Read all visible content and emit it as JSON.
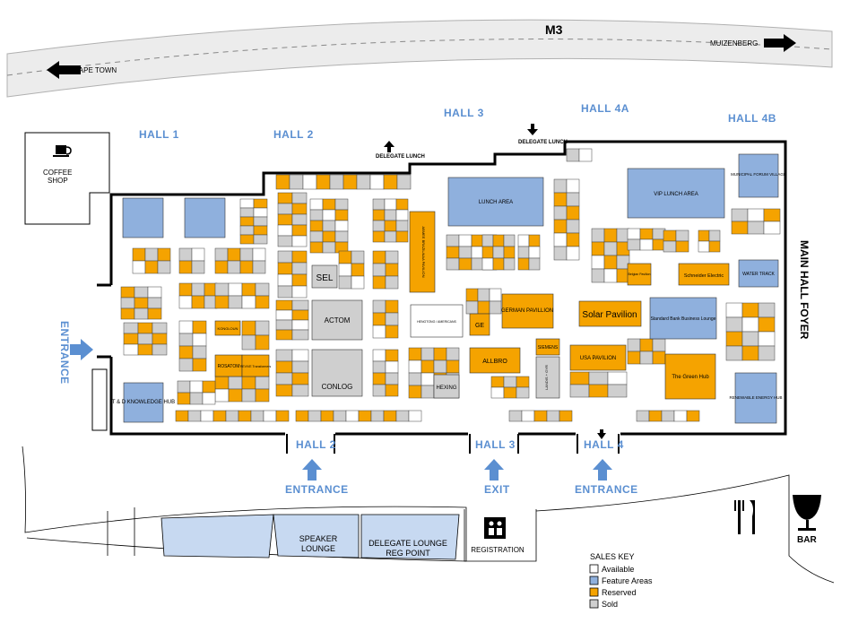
{
  "road": {
    "name": "M3",
    "left_direction": "CAPE TOWN",
    "right_direction": "MUIZENBERG"
  },
  "halls": {
    "h1": "HALL 1",
    "h2": "HALL 2",
    "h3": "HALL 3",
    "h4a": "HALL 4A",
    "h4b": "HALL 4B",
    "door_h2": "HALL 2",
    "door_h3": "HALL 3",
    "door_h4": "HALL 4"
  },
  "delegate_lunch": "DELEGATE LUNCH",
  "coffee_shop": "COFFEE SHOP",
  "main_hall_foyer": "MAIN HALL FOYER",
  "side_entrance": "ENTRANCE",
  "bottom_labels": {
    "entrance_left": "ENTRANCE",
    "exit": "EXIT",
    "entrance_right": "ENTRANCE"
  },
  "lounges": {
    "speaker": "SPEAKER LOUNGE",
    "delegate": "DELEGATE LOUNGE REG POINT",
    "registration": "REGISTRATION"
  },
  "bar": "BAR",
  "areas": {
    "td_hub": "T & D KNOWLEDGE HUB",
    "lunch_area": "LUNCH AREA",
    "vip_lunch": "VIP LUNCH AREA",
    "municipal": "MUNICIPAL FORUM VILLAGE",
    "water_track": "WATER TRACK",
    "standard_bank": "Standard Bank Business Lounge",
    "renewable": "RENEWABLE ENERGY HUB"
  },
  "exhibitors": {
    "actom": "ACTOM",
    "conlog": "CONLOG",
    "sel": "SEL",
    "ge": "GE",
    "german": "GERMAN PAVILLION",
    "solar": "Solar Pavilion",
    "allbro": "ALLBRO",
    "usa": "USA PAVILION",
    "green_hub": "The Green Hub",
    "schneider": "Schneider Electric",
    "siemens": "SIEMENS",
    "hexing": "HEXING",
    "abmee": "ABMEE BRAZIL/AAA PAVILION",
    "rosatom": "ROSATOM",
    "revive": "REVIVE Transformers",
    "landis": "LANDIS + GYR",
    "dq": "Belgian Pavilion",
    "konaloun": "KONGLOUN",
    "hengtong": "HENGTONG / AMERICANS"
  },
  "sales_key": {
    "title": "SALES KEY",
    "items": [
      {
        "label": "Available",
        "color": "#ffffff"
      },
      {
        "label": "Feature Areas",
        "color": "#8fb0dd"
      },
      {
        "label": "Reserved",
        "color": "#f5a300"
      },
      {
        "label": "Sold",
        "color": "#cfcfcf"
      }
    ]
  },
  "colors": {
    "reserved": "#f5a300",
    "feature": "#8fb0dd",
    "sold": "#cfcfcf",
    "hall_label": "#5b8fd1",
    "arrow": "#5b8fd1",
    "lounge": "#c7d9f1"
  }
}
